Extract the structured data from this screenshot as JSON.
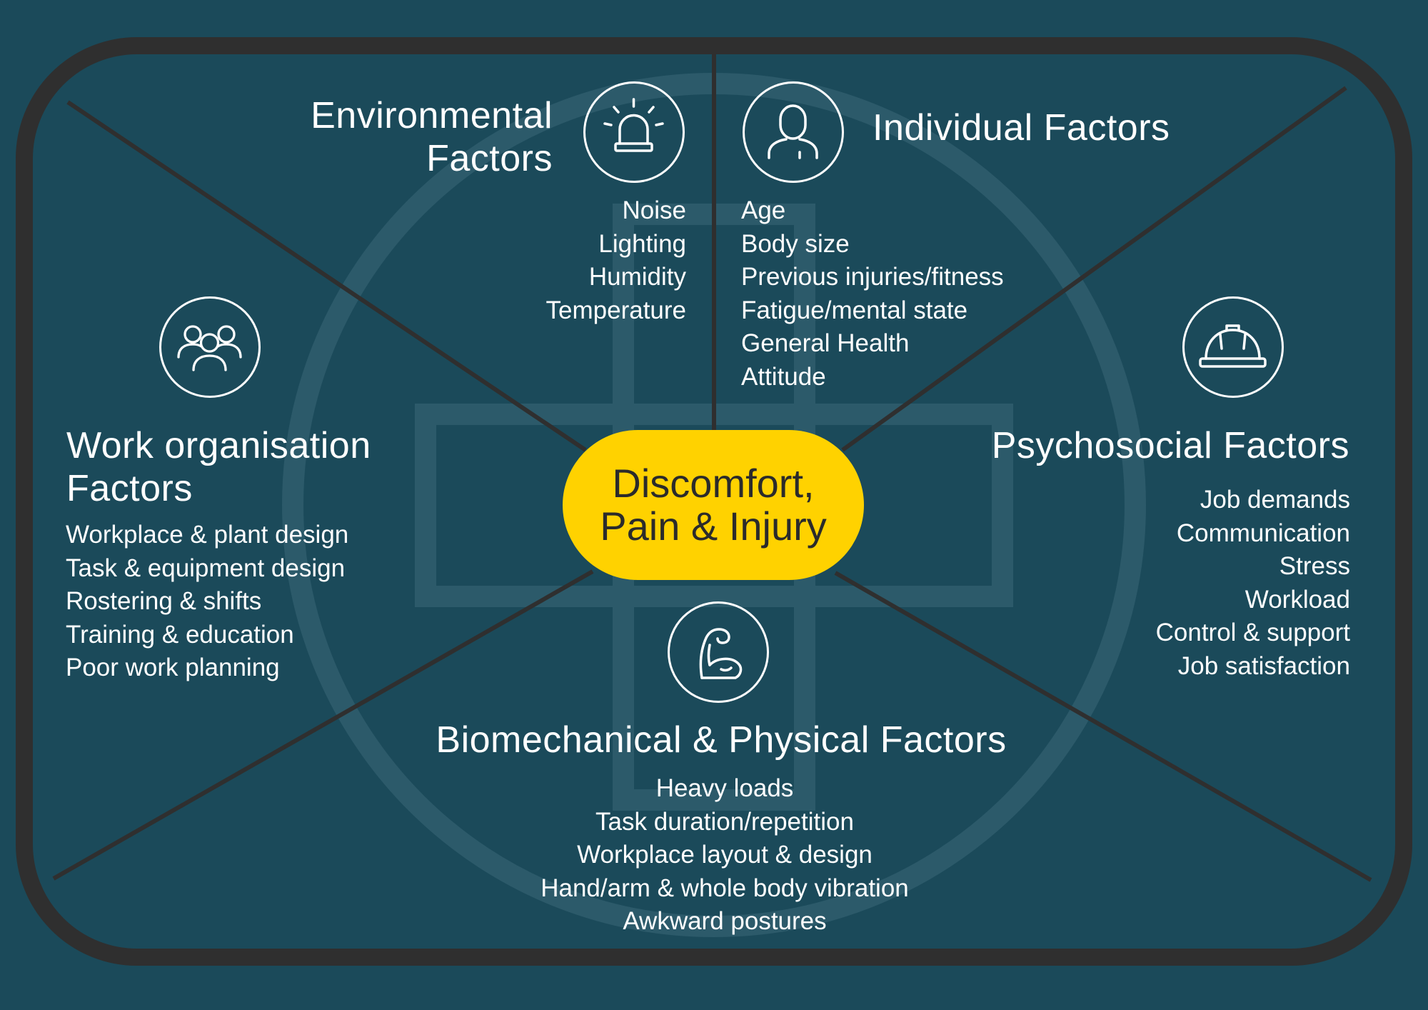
{
  "center": {
    "line1": "Discomfort,",
    "line2": "Pain & Injury",
    "color": "#ffd200"
  },
  "colors": {
    "background": "#1b4a5a",
    "frame": "#2f2f2f",
    "watermark": "#2c5a6a",
    "text": "#ffffff"
  },
  "segments": {
    "environmental": {
      "icon": "siren-icon",
      "title_line1": "Environmental",
      "title_line2": "Factors",
      "items": [
        "Noise",
        "Lighting",
        "Humidity",
        "Temperature"
      ]
    },
    "individual": {
      "icon": "person-icon",
      "title": "Individual Factors",
      "items": [
        "Age",
        "Body size",
        "Previous injuries/fitness",
        "Fatigue/mental state",
        "General Health",
        "Attitude"
      ]
    },
    "work_organisation": {
      "icon": "group-icon",
      "title_line1": "Work organisation",
      "title_line2": "Factors",
      "items": [
        "Workplace & plant design",
        "Task & equipment design",
        "Rostering & shifts",
        "Training & education",
        "Poor work planning"
      ]
    },
    "psychosocial": {
      "icon": "hard-hat-icon",
      "title": "Psychosocial Factors",
      "items": [
        "Job demands",
        "Communication",
        "Stress",
        "Workload",
        "Control & support",
        "Job satisfaction"
      ]
    },
    "biomechanical": {
      "icon": "flexed-arm-icon",
      "title": "Biomechanical & Physical Factors",
      "items": [
        "Heavy loads",
        "Task duration/repetition",
        "Workplace layout & design",
        "Hand/arm & whole body vibration",
        "Awkward postures"
      ]
    }
  }
}
